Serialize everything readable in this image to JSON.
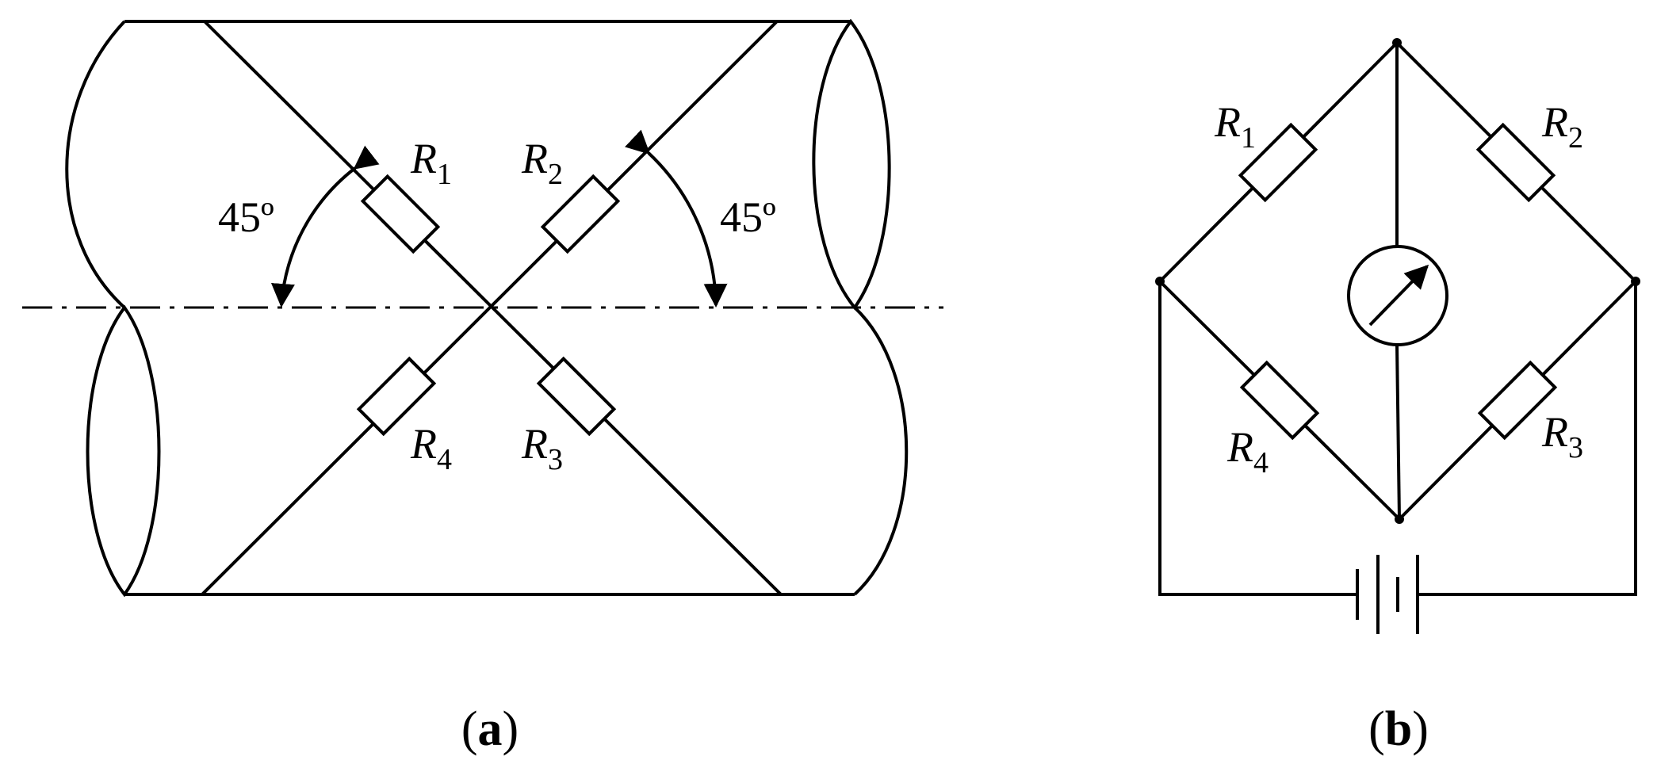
{
  "panel_a": {
    "resistors": [
      {
        "id": "R1",
        "letter": "R",
        "index": "1"
      },
      {
        "id": "R2",
        "letter": "R",
        "index": "2"
      },
      {
        "id": "R3",
        "letter": "R",
        "index": "3"
      },
      {
        "id": "R4",
        "letter": "R",
        "index": "4"
      }
    ],
    "angle_left": "45º",
    "angle_right": "45º",
    "caption": {
      "open": "(",
      "letter": "a",
      "close": ")"
    }
  },
  "panel_b": {
    "resistors": [
      {
        "id": "R1",
        "letter": "R",
        "index": "1"
      },
      {
        "id": "R2",
        "letter": "R",
        "index": "2"
      },
      {
        "id": "R3",
        "letter": "R",
        "index": "3"
      },
      {
        "id": "R4",
        "letter": "R",
        "index": "4"
      }
    ],
    "caption": {
      "open": "(",
      "letter": "b",
      "close": ")"
    }
  },
  "colors": {
    "line": "#000000",
    "background": "#ffffff"
  }
}
